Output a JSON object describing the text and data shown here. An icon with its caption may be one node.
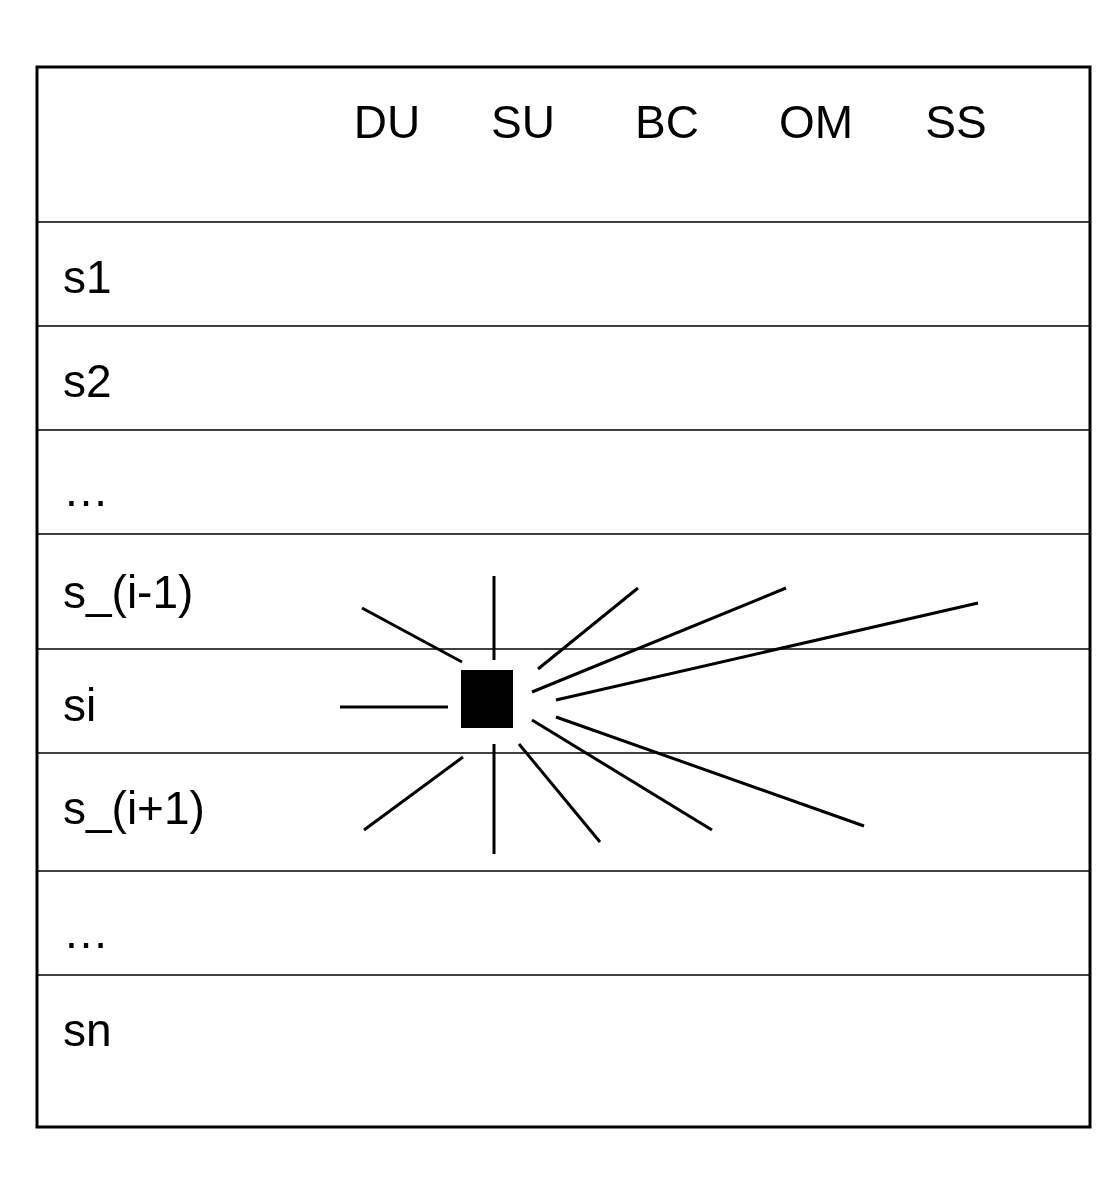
{
  "diagram": {
    "nodes": [
      {
        "text": [],
        "shape": "box"
      }
    ],
    "labels": [
      "DU",
      "SU",
      "BC",
      "OM",
      "SS",
      "s1",
      "s2",
      "…",
      "s_(i-1)",
      "si",
      "s_(i+1)",
      "…",
      "sn"
    ]
  }
}
